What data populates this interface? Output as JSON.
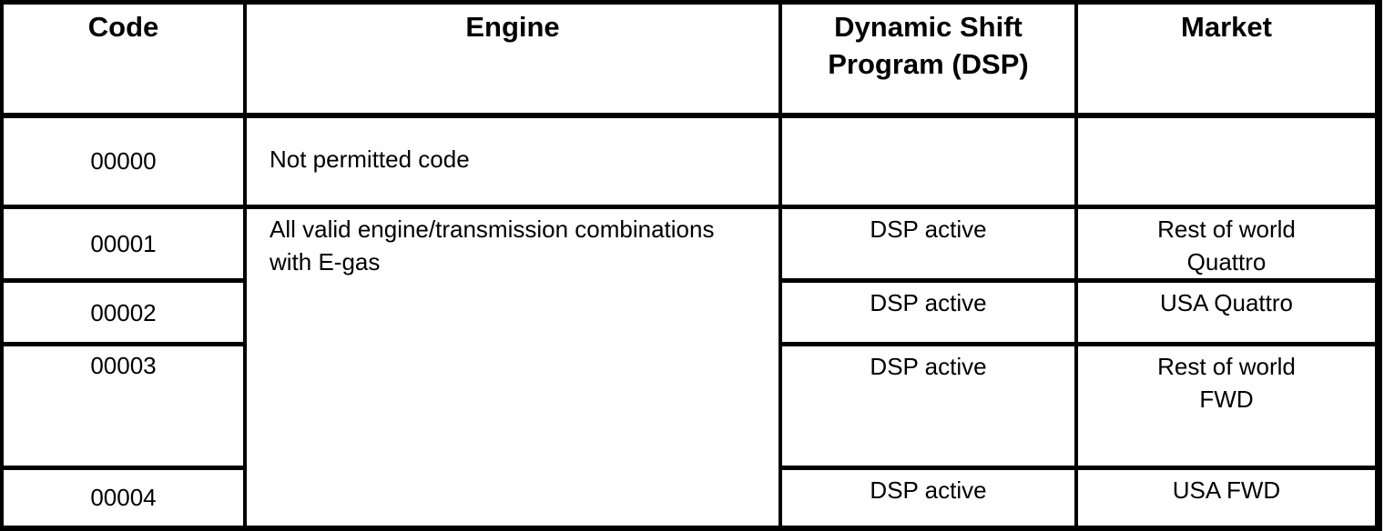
{
  "table": {
    "headers": {
      "code": "Code",
      "engine": "Engine",
      "dsp": "Dynamic Shift\nProgram (DSP)",
      "market": "Market"
    },
    "rows": [
      {
        "code": "00000",
        "engine": "Not permitted code",
        "dsp": "",
        "market": ""
      },
      {
        "code": "00001",
        "engine": "All valid engine/transmission combinations\nwith E-gas",
        "dsp": "DSP active",
        "market": "Rest of world\nQuattro"
      },
      {
        "code": "00002",
        "dsp": "DSP active",
        "market": "USA Quattro"
      },
      {
        "code": "00003",
        "dsp": "DSP active",
        "market": "Rest of world\nFWD"
      },
      {
        "code": "00004",
        "dsp": "DSP active",
        "market": "USA FWD"
      }
    ]
  },
  "colors": {
    "border": "#000000",
    "text": "#000000",
    "background": "#ffffff"
  }
}
